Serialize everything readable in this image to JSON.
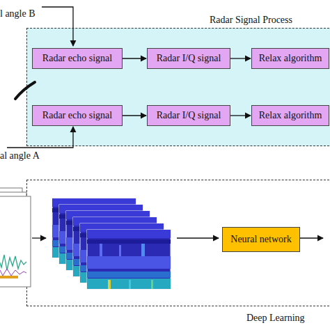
{
  "diagram": {
    "nodes": [
      {
        "text": [
          "Radar Signal Process"
        ]
      },
      {
        "text": [
          "Radar echo signal"
        ],
        "in": 0
      },
      {
        "text": [
          "Radar I/Q signal"
        ],
        "in": 0
      },
      {
        "text": [
          "Relax algorithm"
        ],
        "in": 0
      },
      {
        "text": [
          "Radar echo signal"
        ],
        "in": 0
      },
      {
        "text": [
          "Radar I/Q signal"
        ],
        "in": 0
      },
      {
        "text": [
          "Relax algorithm"
        ],
        "in": 0
      },
      {
        "text": [
          "Deep Learning"
        ]
      },
      {
        "text": [
          "Neural network"
        ],
        "in": 7
      }
    ],
    "edges": [
      {
        "from": 1,
        "to": 2,
        "arrow": "to"
      },
      {
        "from": 2,
        "to": 3,
        "arrow": "to"
      },
      {
        "from": 4,
        "to": 5,
        "arrow": "to"
      },
      {
        "from": 5,
        "to": 6,
        "arrow": "to"
      }
    ],
    "labels": [
      "l angle B",
      "al angle A"
    ]
  }
}
